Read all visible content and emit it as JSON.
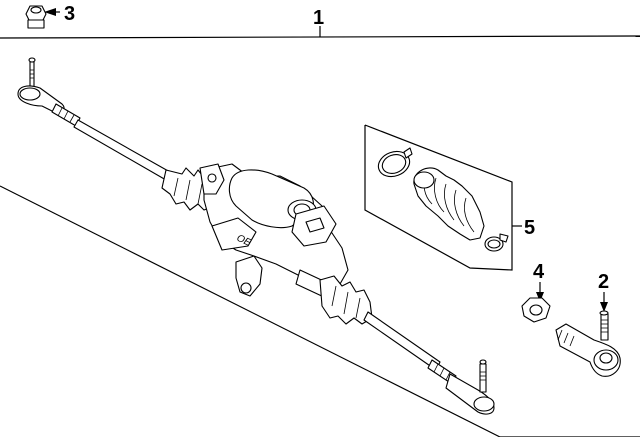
{
  "callouts": {
    "c1": "1",
    "c2": "2",
    "c3": "3",
    "c4": "4",
    "c5": "5"
  },
  "housing_cast_text": "OE"
}
